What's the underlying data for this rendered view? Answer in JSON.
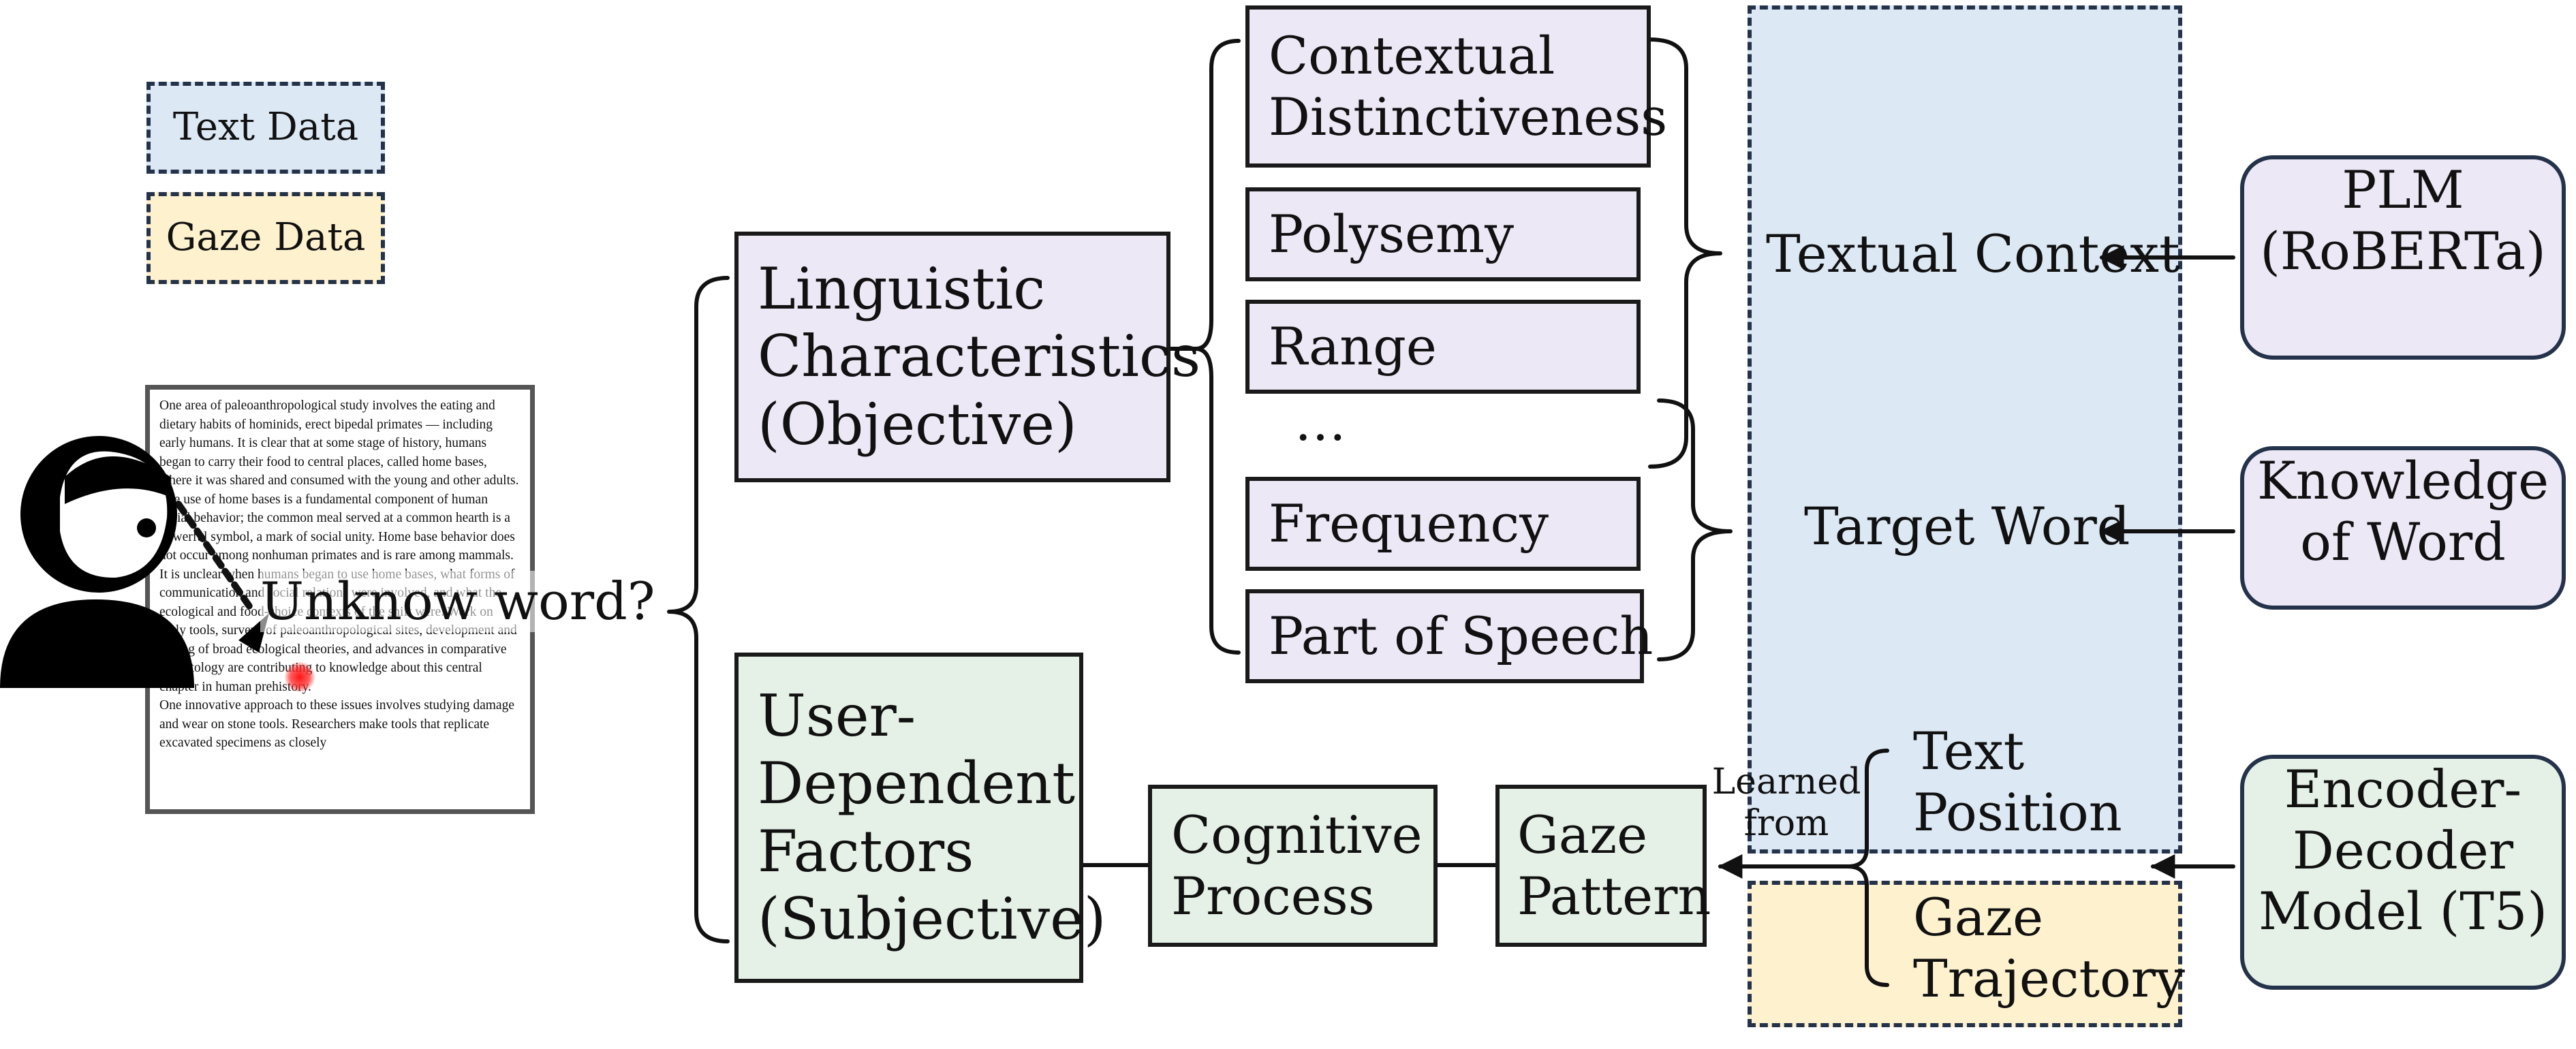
{
  "legend": {
    "text_data": "Text Data",
    "gaze_data": "Gaze Data"
  },
  "document_text": [
    "One area of paleoanthropological study involves the eating and dietary habits of hominids, erect bipedal primates — including early humans. It is clear that at some stage of history, humans began to carry their food to central places, called home bases, where it was shared and consumed with the young and other adults. The use of home bases is a fundamental component of human social behavior; the common meal served at a common hearth is a powerful symbol, a mark of social unity. Home base behavior does not occur among nonhuman primates and is rare among mammals. It is unclear when humans began to use home bases, what forms of communication and social relations were involved, and what the ecological and food-choice contexts of the shift were. Work on early tools, surveys of paleoanthropological sites, development and testing of broad ecological theories, and advances in comparative primatology are contributing to knowledge about this central chapter in human prehistory.",
    "One innovative approach to these issues involves studying damage and wear on stone tools. Researchers make tools that replicate excavated specimens as closely"
  ],
  "question": "Unknow word?",
  "linguistic": {
    "lines": [
      "Linguistic",
      "Characteristics",
      "(Objective)"
    ]
  },
  "user_dependent": {
    "lines": [
      "User-",
      "Dependent",
      "Factors",
      "(Subjective)"
    ]
  },
  "features": {
    "contextual": [
      "Contextual",
      "Distinctiveness"
    ],
    "polysemy": "Polysemy",
    "range": "Range",
    "ellipsis": "…",
    "frequency": "Frequency",
    "pos": "Part of Speech"
  },
  "cognitive": [
    "Cognitive",
    "Process"
  ],
  "gaze_pattern": [
    "Gaze",
    "Pattern"
  ],
  "learned_from": [
    "Learned",
    "from"
  ],
  "inputs": {
    "textual_context": "Textual Context",
    "target_word": "Target Word",
    "text_position": [
      "Text",
      "Position"
    ],
    "gaze_trajectory": [
      "Gaze",
      "Trajectory"
    ]
  },
  "models": {
    "plm": [
      "PLM",
      "(RoBERTa)"
    ],
    "knowledge": [
      "Knowledge",
      "of Word"
    ],
    "encoder": [
      "Encoder-",
      "Decoder",
      "Model (T5)"
    ]
  },
  "colors": {
    "purple_fill": "#ece8f6",
    "green_fill": "#e5f1e6",
    "blue_fill": "#dce8f4",
    "yellow_fill": "#fdf1ce",
    "gaze_red": "#ff2020"
  }
}
